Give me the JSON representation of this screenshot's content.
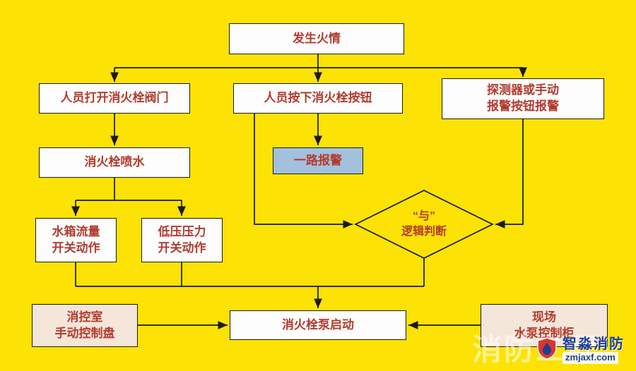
{
  "nodes": {
    "fire": {
      "label": "发生火情"
    },
    "open_valve": {
      "label": "人员打开消火栓阀门"
    },
    "press_button": {
      "label": "人员按下消火栓按钮"
    },
    "detector": {
      "line1": "探测器或手动",
      "line2": "报警按钮报警"
    },
    "spray": {
      "label": "消火栓喷水"
    },
    "one_alarm": {
      "label": "一路报警"
    },
    "tank_flow": {
      "line1": "水箱流量",
      "line2": "开关动作"
    },
    "low_pressure": {
      "line1": "低压压力",
      "line2": "开关动作"
    },
    "and_logic": {
      "line1": "“与”",
      "line2": "逻辑判断"
    },
    "pump_start": {
      "label": "消火栓泵启动"
    },
    "control_room": {
      "line1": "消控室",
      "line2": "手动控制盘"
    },
    "site_cabinet": {
      "line1": "现场",
      "line2": "水泵控制柜"
    }
  },
  "colors": {
    "background": "#FCE205",
    "node_fill": "#FDFDFD",
    "alarm_node_fill": "#A3C1DC",
    "panel_node_fill": "#F5E6DA",
    "node_text": "#B23B2E",
    "connector": "#1A1A1A"
  },
  "watermark": {
    "faint_text": "消防工程",
    "brand_name": "智淼消防",
    "brand_url": "zmjaxf.com"
  }
}
